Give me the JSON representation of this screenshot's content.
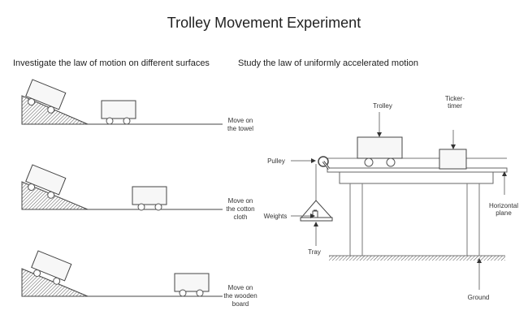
{
  "title": "Trolley Movement Experiment",
  "left": {
    "heading": "Investigate the law of motion on different surfaces",
    "surfaces": [
      {
        "line1": "Move on",
        "line2": "the towel",
        "line3": ""
      },
      {
        "line1": "Move on",
        "line2": "the cotton",
        "line3": "cloth"
      },
      {
        "line1": "Move on",
        "line2": "the wooden",
        "line3": "board"
      }
    ]
  },
  "right": {
    "heading": "Study the law of uniformly accelerated motion",
    "labels": {
      "trolley": "Trolley",
      "ticker1": "Ticker-",
      "ticker2": "timer",
      "pulley": "Pulley",
      "weights": "Weights",
      "tray": "Tray",
      "horizontal1": "Horizontal",
      "horizontal2": "plane",
      "ground": "Ground"
    }
  },
  "colors": {
    "line": "#444444",
    "fill": "#f7f7f7"
  }
}
